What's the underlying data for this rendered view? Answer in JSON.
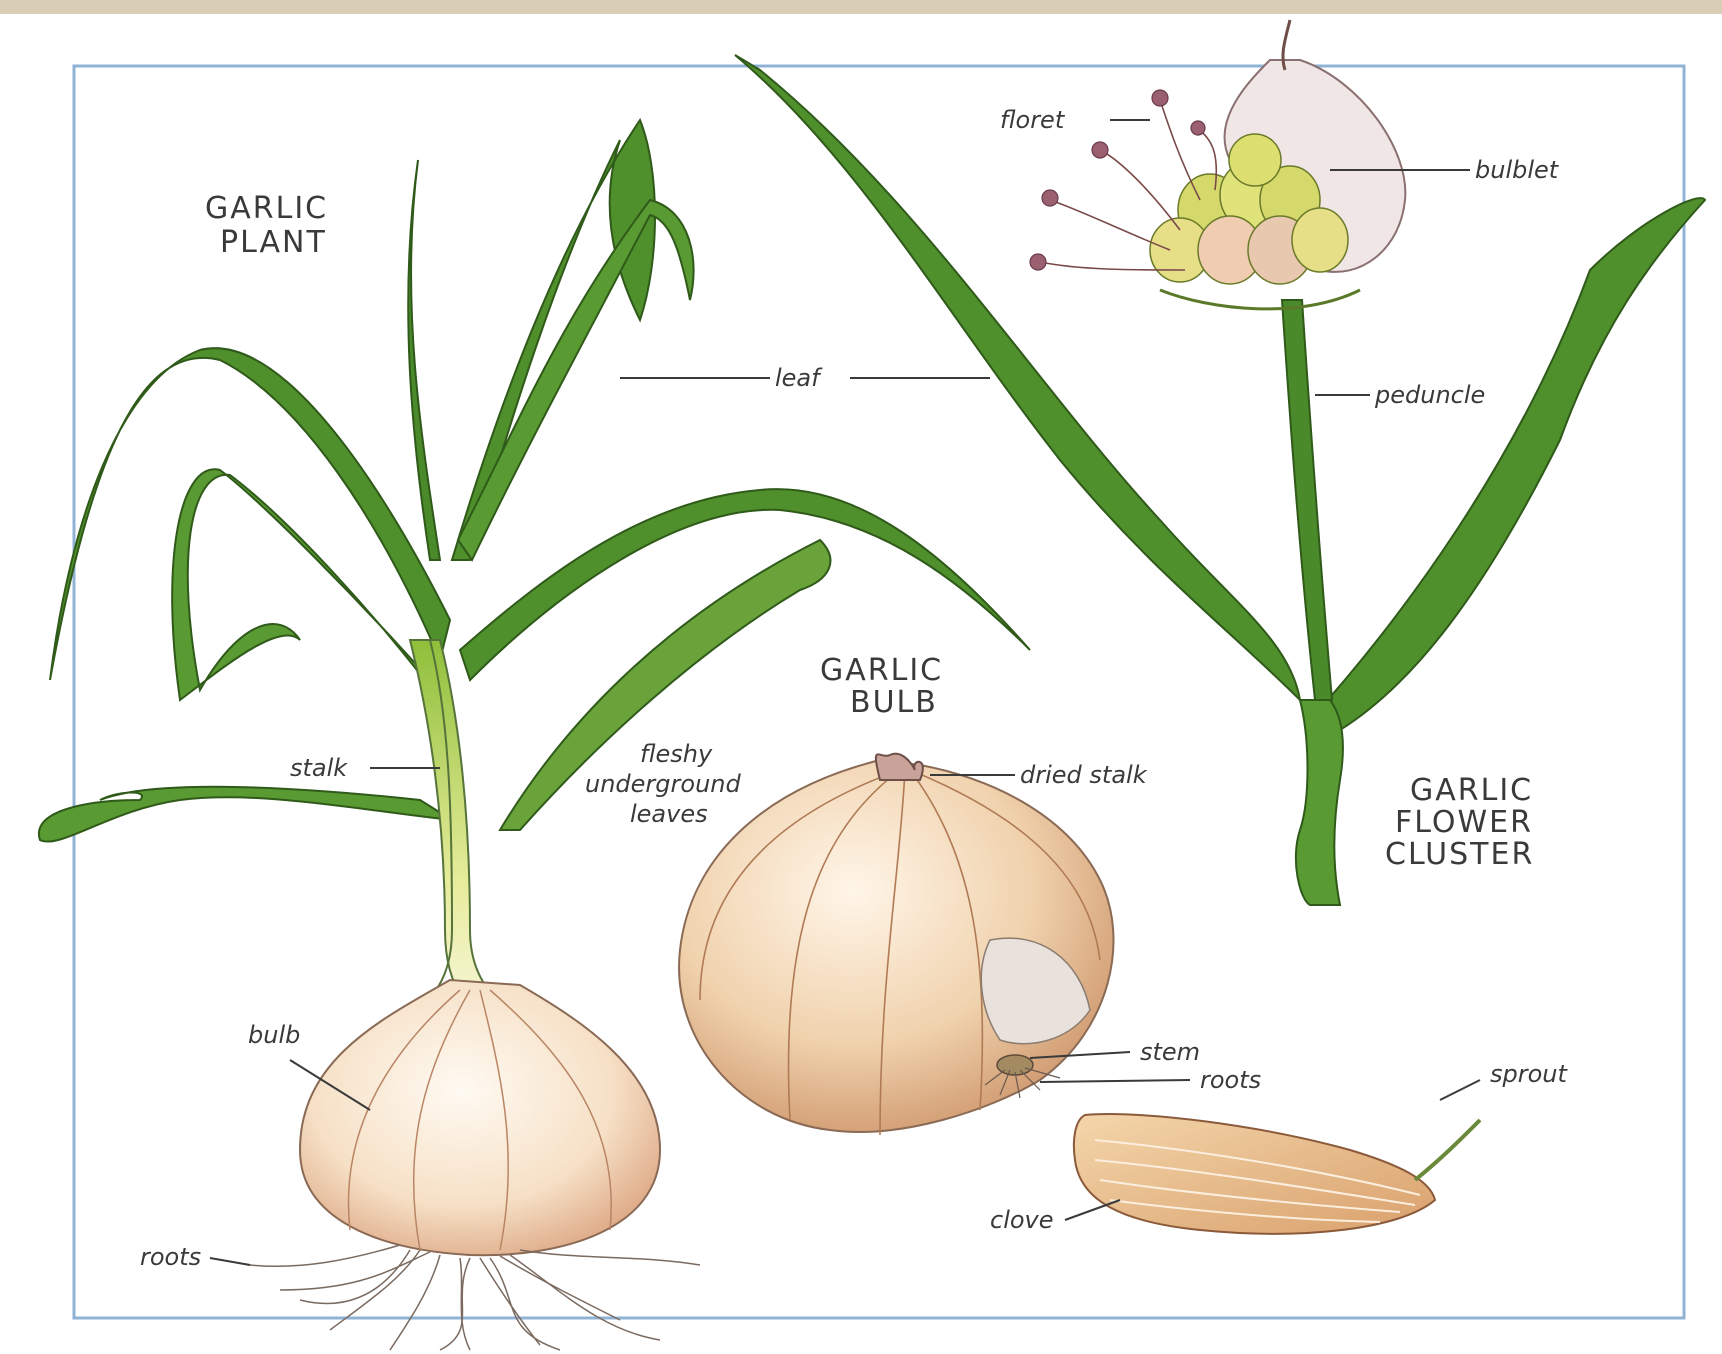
{
  "titles": {
    "garlic_plant": [
      "GARLIC",
      "PLANT"
    ],
    "garlic_bulb": [
      "GARLIC",
      "BULB"
    ],
    "garlic_flower_cluster": [
      "GARLIC",
      "FLOWER",
      "CLUSTER"
    ]
  },
  "labels": {
    "floret": "floret",
    "bulblet": "bulblet",
    "leaf": "leaf",
    "peduncle": "peduncle",
    "stalk": "stalk",
    "fleshy_leaves": [
      "fleshy",
      "underground",
      "leaves"
    ],
    "dried_stalk": "dried stalk",
    "bulb": "bulb",
    "stem": "stem",
    "roots_bulb": "roots",
    "roots_plant": "roots",
    "sprout": "sprout",
    "clove": "clove"
  },
  "colors": {
    "leaf_green": "#4f8f2c",
    "leaf_light": "#b9cf4a",
    "bulb_skin": "#f3dcc2",
    "bulb_shadow": "#d9a37f",
    "frame_blue": "#8fb3d4",
    "root": "#7a6a60",
    "top_band": "#d9cdb8"
  }
}
